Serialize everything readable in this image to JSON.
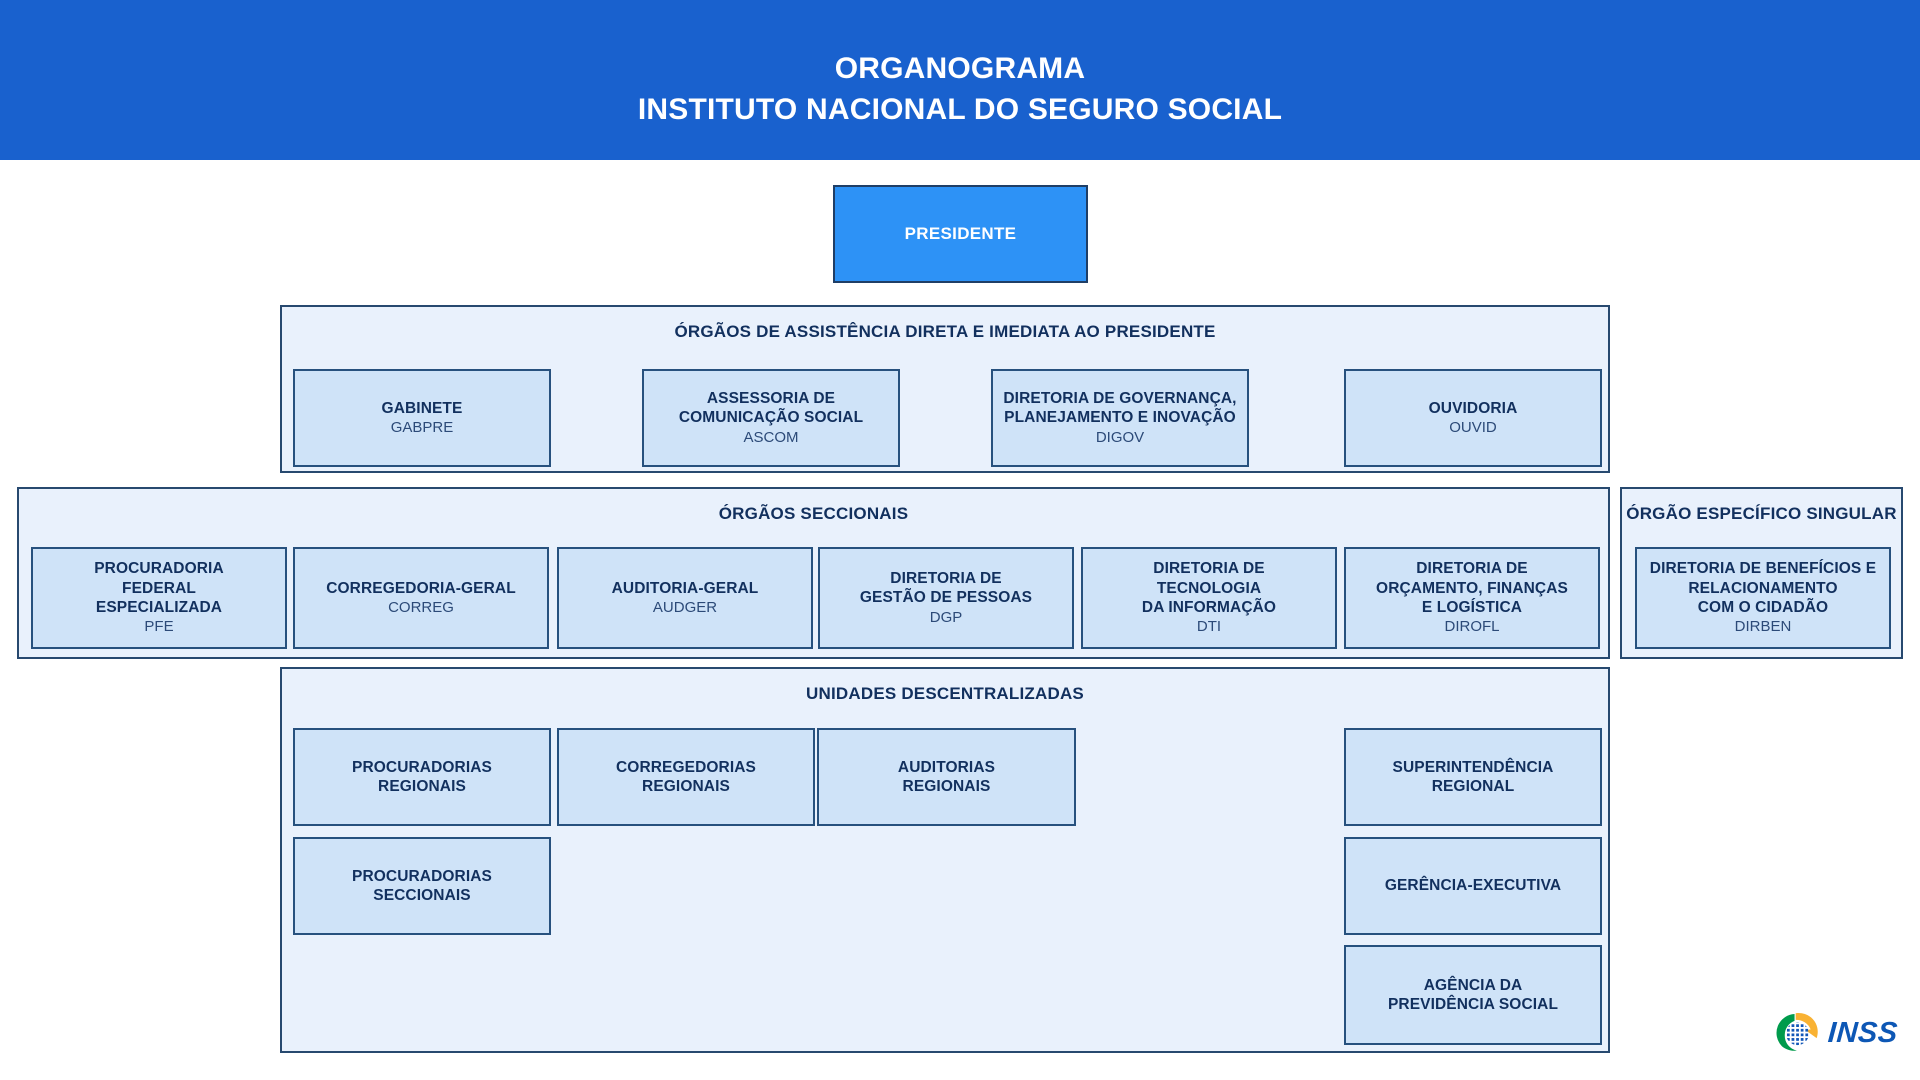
{
  "header": {
    "title_line1": "ORGANOGRAMA",
    "title_line2": "INSTITUTO NACIONAL DO SEGURO SOCIAL"
  },
  "president": {
    "label": "PRESIDENTE"
  },
  "groups": [
    {
      "title": "ÓRGÃOS DE ASSISTÊNCIA DIRETA E IMEDIATA AO PRESIDENTE",
      "boxes": [
        {
          "name": "GABINETE",
          "acronym": "GABPRE"
        },
        {
          "name": "ASSESSORIA DE\nCOMUNICAÇÃO SOCIAL",
          "acronym": "ASCOM"
        },
        {
          "name": "DIRETORIA DE GOVERNANÇA,\nPLANEJAMENTO E INOVAÇÃO",
          "acronym": "DIGOV"
        },
        {
          "name": "OUVIDORIA",
          "acronym": "OUVID"
        }
      ]
    },
    {
      "title": "ÓRGÃOS SECCIONAIS",
      "boxes": [
        {
          "name": "PROCURADORIA\nFEDERAL\nESPECIALIZADA",
          "acronym": "PFE"
        },
        {
          "name": "CORREGEDORIA-GERAL",
          "acronym": "CORREG"
        },
        {
          "name": "AUDITORIA-GERAL",
          "acronym": "AUDGER"
        },
        {
          "name": "DIRETORIA DE\nGESTÃO DE PESSOAS",
          "acronym": "DGP"
        },
        {
          "name": "DIRETORIA DE\nTECNOLOGIA\nDA INFORMAÇÃO",
          "acronym": "DTI"
        },
        {
          "name": "DIRETORIA DE\nORÇAMENTO, FINANÇAS\nE LOGÍSTICA",
          "acronym": "DIROFL"
        }
      ]
    },
    {
      "title": "ÓRGÃO ESPECÍFICO SINGULAR",
      "boxes": [
        {
          "name": "DIRETORIA DE BENEFÍCIOS E\nRELACIONAMENTO\nCOM O CIDADÃO",
          "acronym": "DIRBEN"
        }
      ]
    },
    {
      "title": "UNIDADES DESCENTRALIZADAS",
      "boxes": [
        {
          "name": "PROCURADORIAS\nREGIONAIS"
        },
        {
          "name": "CORREGEDORIAS\nREGIONAIS"
        },
        {
          "name": "AUDITORIAS\nREGIONAIS"
        },
        {
          "name": "SUPERINTENDÊNCIA\nREGIONAL"
        },
        {
          "name": "PROCURADORIAS\nSECCIONAIS"
        },
        {
          "name": "GERÊNCIA-EXECUTIVA"
        },
        {
          "name": "AGÊNCIA DA\nPREVIDÊNCIA SOCIAL"
        }
      ]
    }
  ],
  "logo": {
    "text": "INSS"
  },
  "colors": {
    "banner_blue": "#1961ce",
    "president_blue": "#2d92f6",
    "group_fill": "#e9f1fc",
    "box_fill": "#cfe3f8",
    "border_navy": "#27517e",
    "text_navy": "#12305e",
    "logo_blue": "#0d57b5",
    "logo_green": "#009b4c",
    "logo_yellow": "#f9b233"
  }
}
